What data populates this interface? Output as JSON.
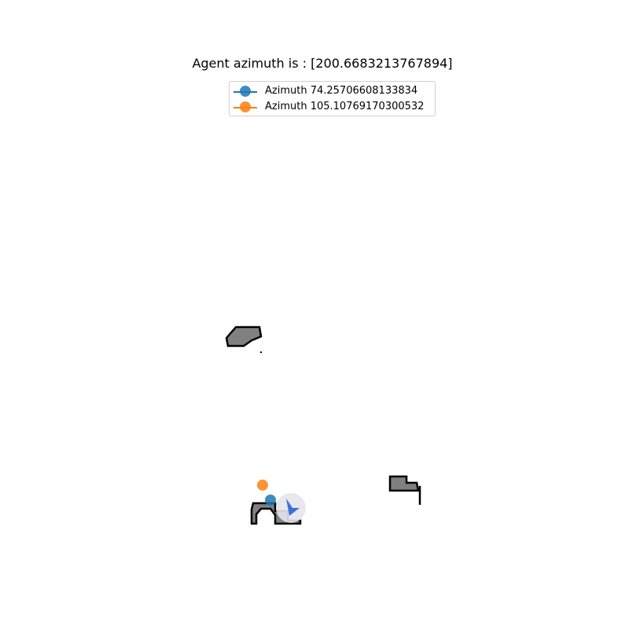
{
  "chart_data": {
    "type": "scatter",
    "title": "Agent azimuth is : [200.6683213767894]",
    "xlabel": "",
    "ylabel": "",
    "grid": false,
    "axes_visible": false,
    "legend_placement": "upper center",
    "series": [
      {
        "name": "Azimuth 74.25706608133834",
        "color": "#1f77b4"
      },
      {
        "name": "Azimuth 105.10769170300532",
        "color": "#ff7f0e"
      }
    ],
    "agent_icon": "arrow-cursor-icon",
    "obstacle_fill": "#808080",
    "obstacle_outline": "#000000"
  }
}
